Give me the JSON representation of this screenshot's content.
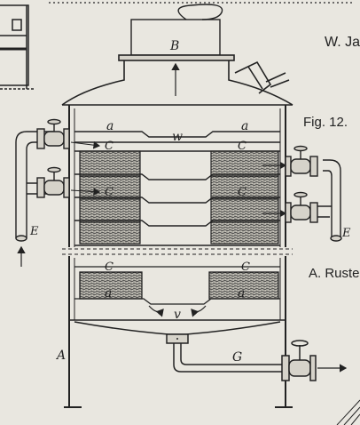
{
  "labels": {
    "B": "B",
    "a_top_left": "a",
    "a_top_right": "a",
    "w": "w",
    "C1_left": "C",
    "C1_right": "C",
    "C2_left": "C",
    "C2_right": "C",
    "E_left": "E",
    "E_right": "E",
    "C3_left": "C",
    "C3_right": "C",
    "a_low_left": "a",
    "a_low_right": "a",
    "v": "v",
    "A": "A",
    "G": "G"
  },
  "captions": {
    "top_right": "W. Ja",
    "fig": "Fig. 12.",
    "bottom_right": "A. Ruste"
  }
}
